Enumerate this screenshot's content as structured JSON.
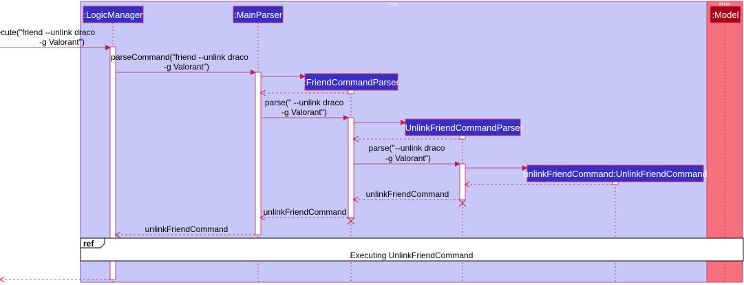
{
  "boxes": {
    "logic": {
      "title": "Logic",
      "fill": "#c8c8f8",
      "stroke": "#9a4ac8"
    },
    "model": {
      "title": "Model",
      "fill": "#f4707e",
      "stroke": "#d44060"
    }
  },
  "participants": {
    "logic_manager": ":LogicManager",
    "main_parser": ":MainParser",
    "friend_command_parser": ":FriendCommandParser",
    "unlink_friend_command_parser": ":UnlinkFriendCommandParser",
    "unlink_friend_command": "unlinkFriendCommand:UnlinkFriendCommand",
    "model": ":Model"
  },
  "messages": {
    "execute": [
      "execute(\"friend --unlink draco",
      "-g Valorant\")"
    ],
    "parse_command": [
      "parseCommand(\"friend --unlink draco",
      "-g Valorant\")"
    ],
    "parse_friend": [
      "parse(\" --unlink draco",
      "-g Valorant\")"
    ],
    "parse_unlink": [
      "parse(\"--unlink draco",
      "-g Valorant\")"
    ],
    "return_from_unlink_parser": "unlinkFriendCommand",
    "return_from_friend_parser": "unlinkFriendCommand",
    "return_from_main_parser": "unlinkFriendCommand"
  },
  "ref": {
    "tag": "ref",
    "text": "Executing UnlinkFriendCommand"
  },
  "colors": {
    "participant_fill": "#3a2fc0",
    "participant_stroke": "#d83a6a",
    "line": "#c02050",
    "activation": "#ffffff"
  }
}
